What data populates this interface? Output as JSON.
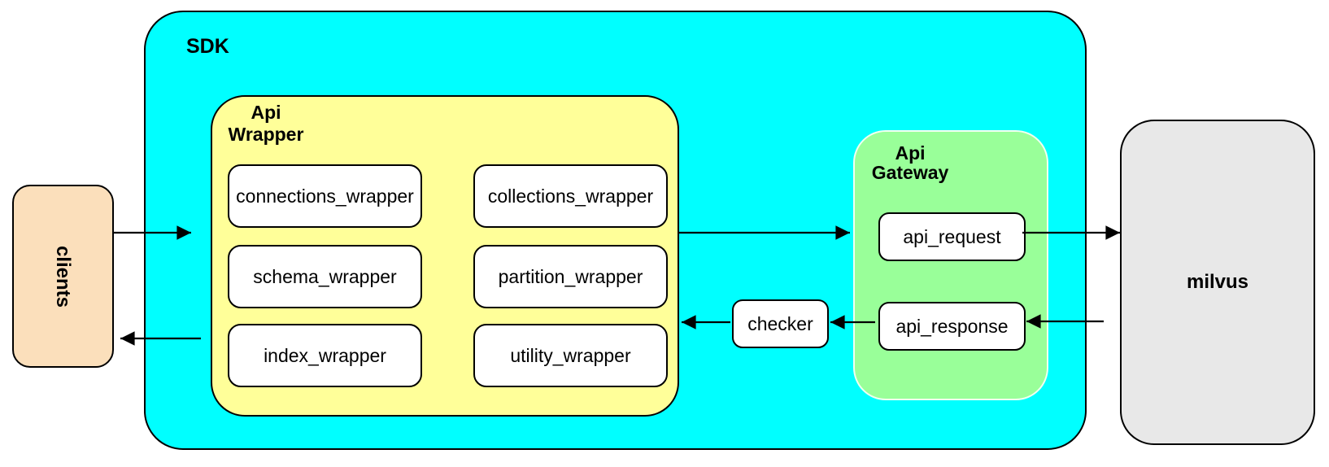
{
  "diagram": {
    "clients": {
      "label": "clients"
    },
    "sdk": {
      "label": "SDK",
      "api_wrapper": {
        "label_line1": "Api",
        "label_line2": "Wrapper",
        "items": [
          "connections_wrapper",
          "collections_wrapper",
          "schema_wrapper",
          "partition_wrapper",
          "index_wrapper",
          "utility_wrapper"
        ]
      },
      "checker": {
        "label": "checker"
      },
      "api_gateway": {
        "label_line1": "Api",
        "label_line2": "Gateway",
        "items": [
          "api_request",
          "api_response"
        ]
      }
    },
    "milvus": {
      "label": "milvus"
    },
    "edges": [
      {
        "from": "clients",
        "to": "sdk"
      },
      {
        "from": "api_wrapper",
        "to": "api_gateway"
      },
      {
        "from": "api_request",
        "to": "milvus"
      },
      {
        "from": "milvus",
        "to": "api_response"
      },
      {
        "from": "api_response",
        "to": "checker"
      },
      {
        "from": "checker",
        "to": "api_wrapper"
      },
      {
        "from": "api_wrapper",
        "to": "clients"
      }
    ]
  },
  "colors": {
    "cyan": "#00FFFF",
    "yellow": "#FFFF99",
    "green": "#99FF99",
    "peach": "#FBDFBB",
    "gray": "#E8E8E8",
    "stroke": "#000000"
  }
}
